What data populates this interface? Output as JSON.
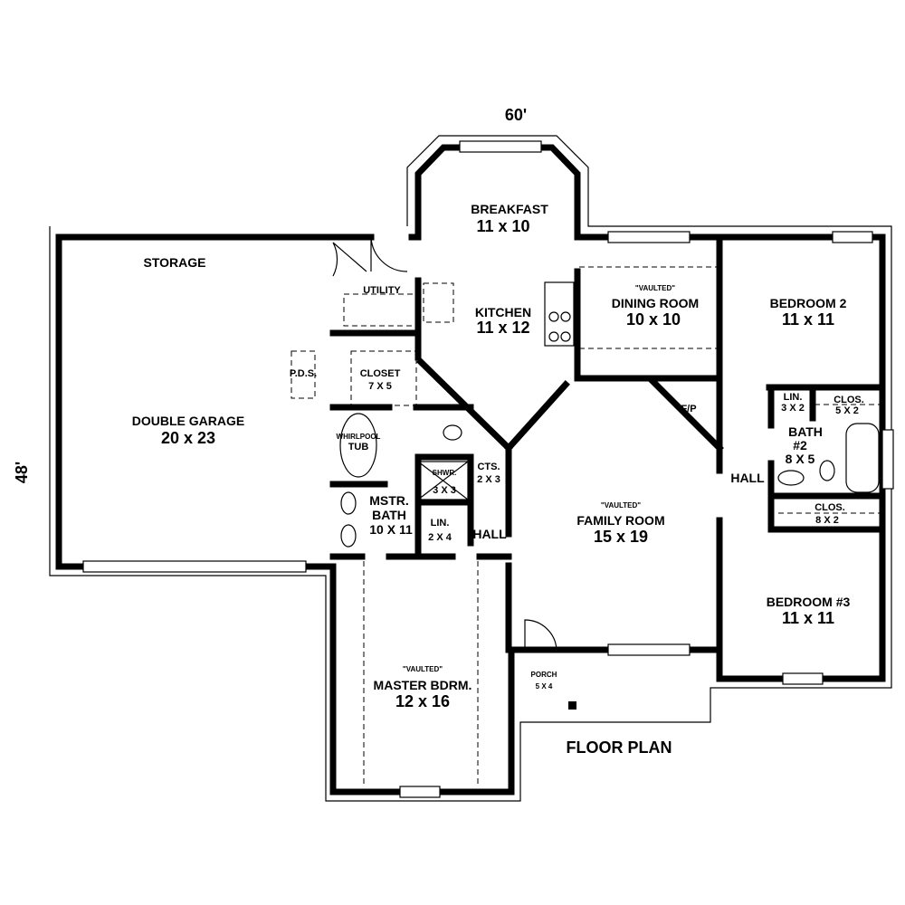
{
  "dimensions": {
    "width": "60'",
    "depth": "48'"
  },
  "title": "FLOOR PLAN",
  "rooms": {
    "storage": {
      "name": "STORAGE"
    },
    "pds": {
      "name": "P.D.S."
    },
    "garage": {
      "name": "DOUBLE GARAGE",
      "size": "20 x 23"
    },
    "utility": {
      "name": "UTILITY"
    },
    "closet": {
      "name": "CLOSET",
      "size": "7 X 5"
    },
    "tub": {
      "name": "WHIRLPOOL",
      "label": "TUB"
    },
    "mstr_bath": {
      "name1": "MSTR.",
      "name2": "BATH",
      "size": "10 X 11"
    },
    "shower": {
      "name": "SHWR.",
      "size": "3 X 3"
    },
    "cts": {
      "name": "CTS.",
      "size": "2 X 3"
    },
    "lin1": {
      "name": "LIN.",
      "size": "2 X 4"
    },
    "hall1": {
      "name": "HALL"
    },
    "breakfast": {
      "name": "BREAKFAST",
      "size": "11 x 10"
    },
    "kitchen": {
      "name": "KITCHEN",
      "size": "11 x 12"
    },
    "dining": {
      "note": "\"VAULTED\"",
      "name": "DINING ROOM",
      "size": "10 x 10"
    },
    "family": {
      "note": "\"VAULTED\"",
      "name": "FAMILY ROOM",
      "size": "15 x 19"
    },
    "fp": {
      "name": "F/P"
    },
    "master": {
      "note": "\"VAULTED\"",
      "name": "MASTER BDRM.",
      "size": "12 x 16"
    },
    "porch": {
      "name": "PORCH",
      "size": "5 X 4"
    },
    "bedroom2": {
      "name": "BEDROOM 2",
      "size": "11 x 11"
    },
    "lin2": {
      "name": "LIN.",
      "size": "3 X 2"
    },
    "clos1": {
      "name": "CLOS.",
      "size": "5 X 2"
    },
    "bath2": {
      "name1": "BATH",
      "name2": "#2",
      "size": "8 X 5"
    },
    "hall2": {
      "name": "HALL"
    },
    "clos2": {
      "name": "CLOS.",
      "size": "8 X 2"
    },
    "bedroom3": {
      "name": "BEDROOM #3",
      "size": "11 x 11"
    }
  }
}
